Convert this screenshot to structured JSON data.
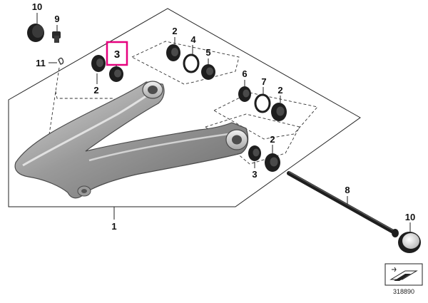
{
  "diagram": {
    "highlight_color": "#e6007e",
    "part_color_dark": "#1e1e1e",
    "arm_color": "#8e8e8e",
    "labels": {
      "p10_top": "10",
      "p9": "9",
      "p11": "11",
      "p3_highlight": "3",
      "p2_left": "2",
      "p2_upper": "2",
      "p4": "4",
      "p5": "5",
      "p6": "6",
      "p7": "7",
      "p2_right": "2",
      "p2_lower": "2",
      "p3_lower": "3",
      "p8": "8",
      "p10_bottom": "10",
      "p1": "1"
    },
    "diagram_code": "318890",
    "corner_icon": "arrow-plate-icon"
  }
}
